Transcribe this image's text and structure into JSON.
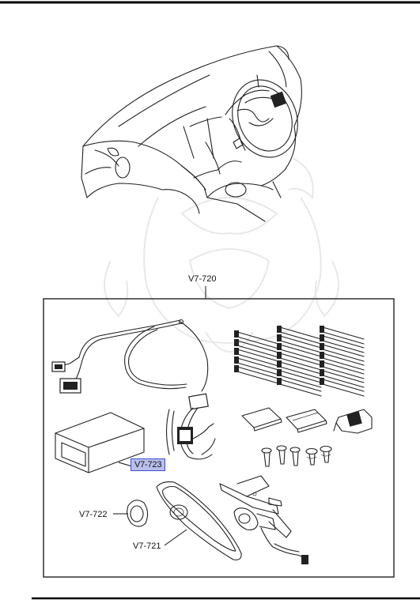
{
  "callouts": {
    "assembly": "V7-720",
    "grille": "V7-721",
    "ring": "V7-722",
    "module": "V7-723"
  },
  "highlight": {
    "fill": "#b9bfec",
    "border": "#3d4fd0"
  }
}
